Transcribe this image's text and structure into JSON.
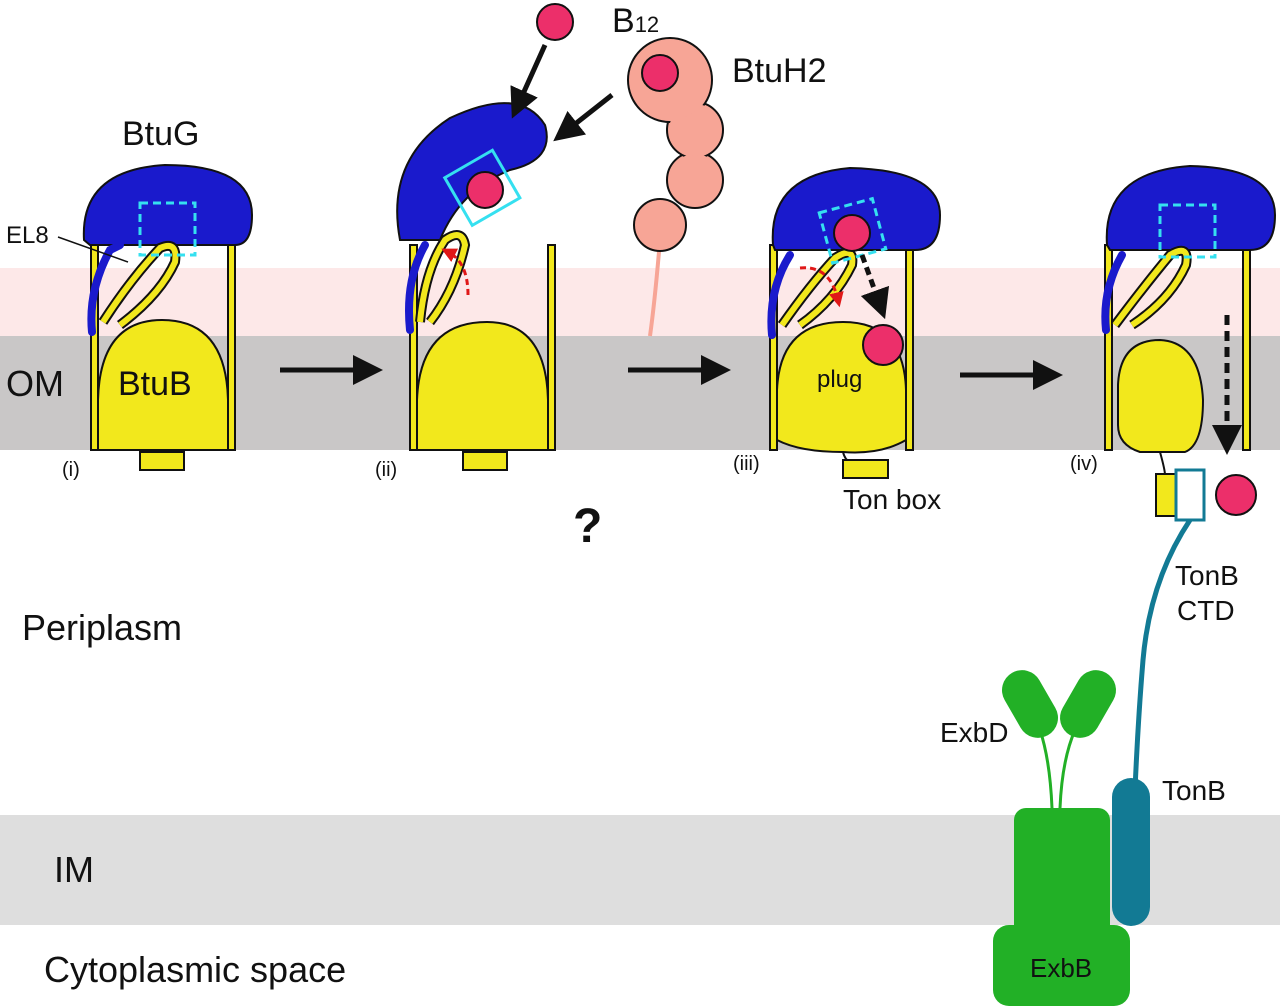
{
  "labels": {
    "om": "OM",
    "btub": "BtuB",
    "btug": "BtuG",
    "el8": "EL8",
    "b12_main": "B",
    "b12_sub": "12",
    "btuh2": "BtuH2",
    "plug": "plug",
    "ton_box": "Ton box",
    "step_i": "(i)",
    "step_ii": "(ii)",
    "step_iii": "(iii)",
    "step_iv": "(iv)",
    "question": "?",
    "periplasm": "Periplasm",
    "tonb_ctd_1": "TonB",
    "tonb_ctd_2": "CTD",
    "exbd": "ExbD",
    "tonb": "TonB",
    "im": "IM",
    "exbb": "ExbB",
    "cytoplasm": "Cytoplasmic space"
  },
  "colors": {
    "btub_yellow": "#f2e81c",
    "btug_blue": "#1a1acc",
    "b12_magenta": "#ec2f6a",
    "btuh2_pink": "#f7a596",
    "cyan_box": "#35e0f0",
    "tonb_teal": "#127a94",
    "exb_green": "#22b026",
    "om_band": "#c9c7c7",
    "om_outer_band": "#fde8e8",
    "im_band": "#dedede"
  }
}
